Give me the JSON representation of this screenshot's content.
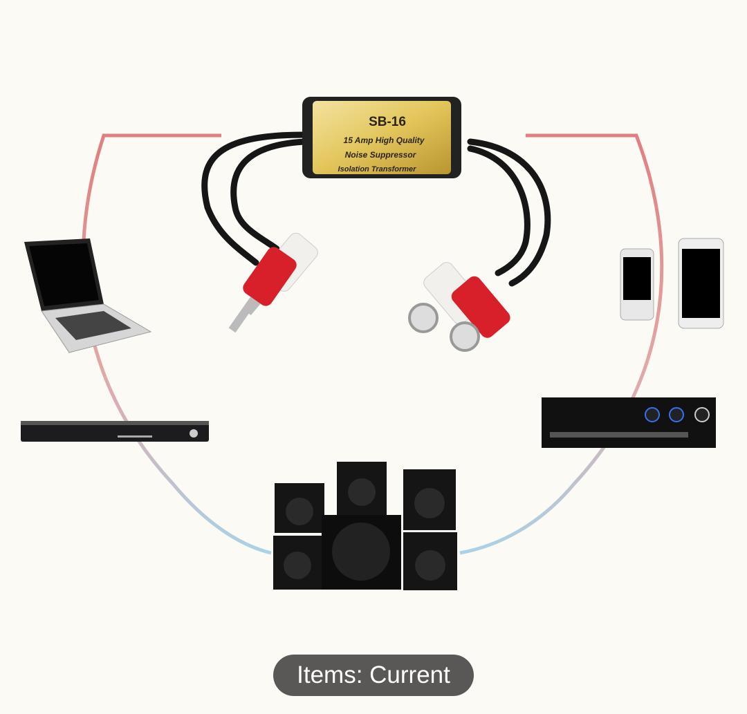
{
  "product": {
    "model": "SB-16",
    "line1": "15 Amp High Quality",
    "line2": "Noise Suppressor",
    "line3": "Isolation Transformer"
  },
  "devices": [
    "laptop-icon",
    "smartphone-icon",
    "dvd-player-icon",
    "amplifier-icon",
    "speaker-system-icon"
  ],
  "colors": {
    "arc_top": "#e07f7f",
    "arc_bottom": "#a9d3e6",
    "device_gold": "#e2c55a",
    "pill": "#5a5856"
  },
  "overlay": {
    "label": "Items: Current"
  }
}
